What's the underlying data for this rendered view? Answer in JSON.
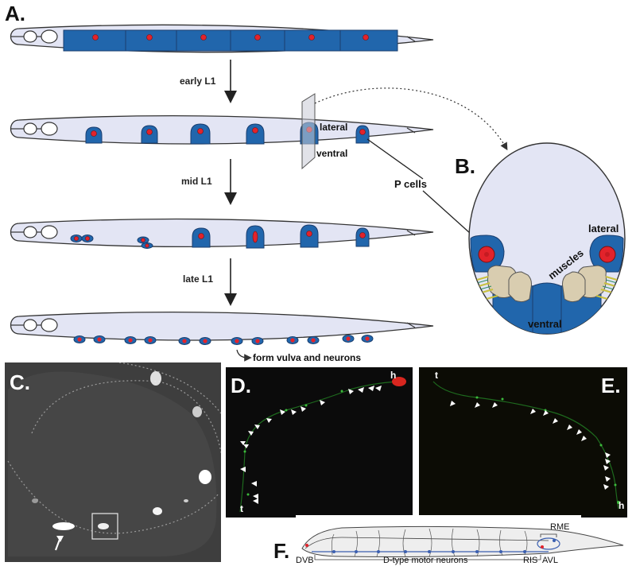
{
  "panels": {
    "A": "A.",
    "B": "B.",
    "C": "C.",
    "D": "D.",
    "E": "E.",
    "F": "F."
  },
  "stages": {
    "early": "early L1",
    "mid": "mid L1",
    "late": "late L1"
  },
  "labels": {
    "lateral": "lateral",
    "ventral": "ventral",
    "p_cells": "P cells",
    "form": "form vulva and neurons",
    "b_lateral": "lateral",
    "b_muscles": "muscles",
    "b_ventral": "ventral",
    "d_h": "h",
    "d_t": "t",
    "e_t": "t",
    "e_h": "h",
    "f_rme": "RME",
    "f_dvb": "DVB",
    "f_dtype": "D-type motor neurons",
    "f_ris": "RIS",
    "f_avl": "AVL"
  },
  "colors": {
    "worm_fill": "#e3e5f4",
    "cell_blue": "#2166ac",
    "nucleus_red": "#e2232b",
    "muscle_tan": "#d9cdb0",
    "gfp_green": "#3dbb3d",
    "dark_bg": "#0b0b0b"
  }
}
